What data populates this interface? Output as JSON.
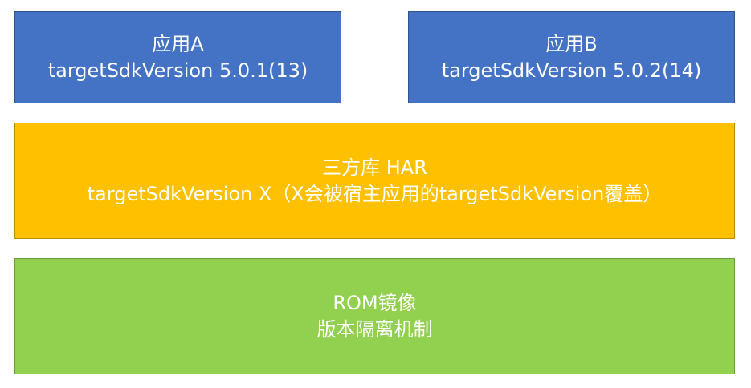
{
  "colors": {
    "app_fill": "#4472C4",
    "app_border": "#2F528F",
    "har_fill": "#FFC000",
    "har_border": "#BC8C00",
    "rom_fill": "#92D050",
    "rom_border": "#6A9A3A",
    "text": "#FFFFFF"
  },
  "app_a": {
    "name": "应用A",
    "version": "targetSdkVersion 5.0.1(13)"
  },
  "app_b": {
    "name": "应用B",
    "version": "targetSdkVersion 5.0.2(14)"
  },
  "har": {
    "name": "三方库 HAR",
    "version": "targetSdkVersion X（X会被宿主应用的targetSdkVersion覆盖）"
  },
  "rom": {
    "name": "ROM镜像",
    "mechanism": "版本隔离机制"
  }
}
